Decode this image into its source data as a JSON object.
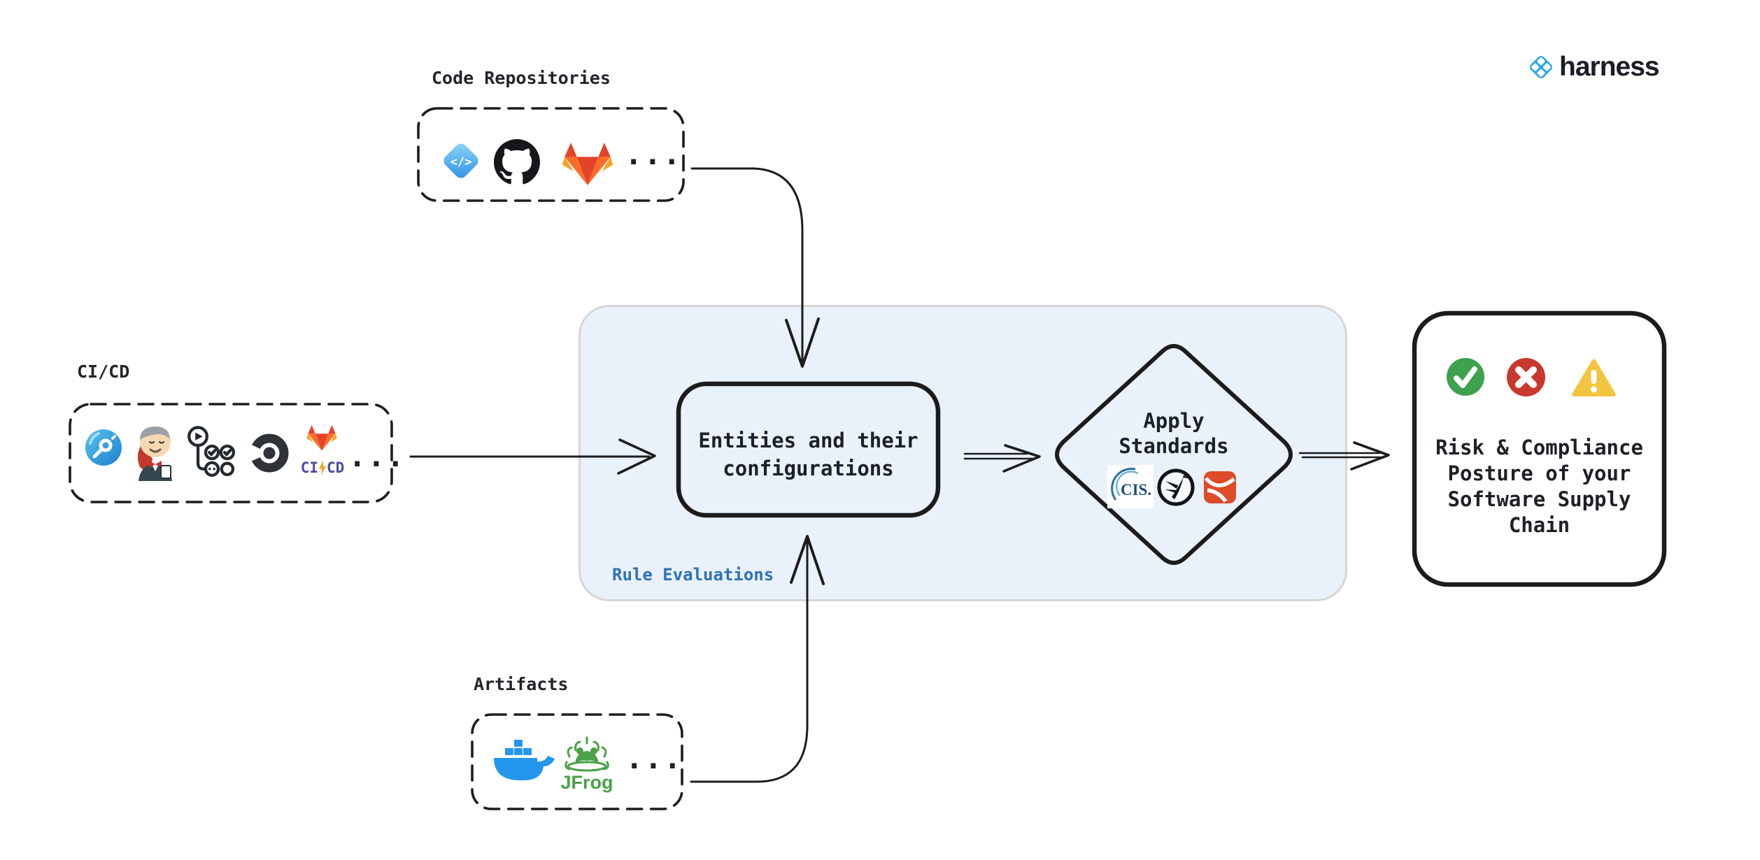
{
  "logo": {
    "brand": "harness"
  },
  "sources": {
    "code_repositories": {
      "label": "Code Repositories",
      "more": "..."
    },
    "cicd": {
      "label": "CI/CD",
      "gitlab_ci": "CI",
      "gitlab_cd": "CD",
      "more": "..."
    },
    "artifacts": {
      "label": "Artifacts",
      "jfrog": "JFrog",
      "more": "..."
    }
  },
  "rule_evaluations": {
    "label": "Rule Evaluations",
    "entities": {
      "line1": "Entities and their",
      "line2": "configurations"
    },
    "apply_standards": {
      "line1": "Apply",
      "line2": "Standards",
      "cis": "CIS."
    }
  },
  "outcome": {
    "line1": "Risk & Compliance",
    "line2": "Posture of your",
    "line3": "Software Supply",
    "line4": "Chain"
  },
  "colors": {
    "container_fill": "#e9f1fb",
    "container_border": "#d6d6d6",
    "accent_blue": "#2e71b8",
    "ink": "#1d2025",
    "pass_green": "#3da14d",
    "fail_red": "#c9382e",
    "warn_yellow": "#f3c440",
    "harness_blue": "#29a9e0"
  }
}
